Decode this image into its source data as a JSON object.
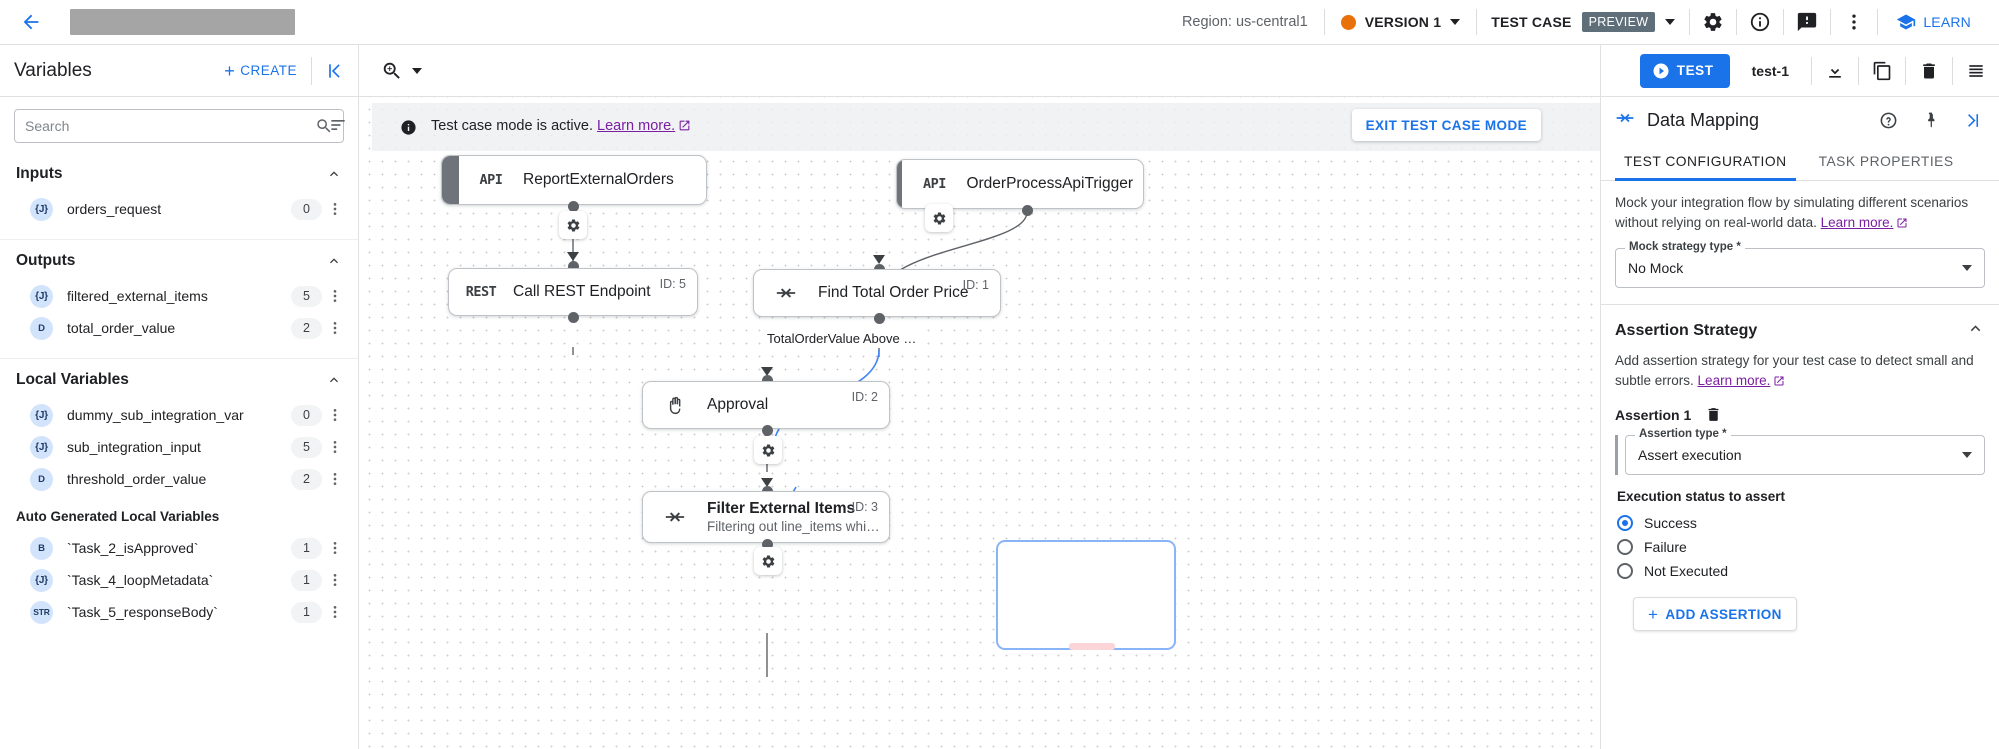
{
  "topbar": {
    "back_icon": "arrow-left-icon",
    "title_redacted": "",
    "region": "Region: us-central1",
    "version_label": "VERSION 1",
    "version_dot_color": "#E8710A",
    "test_case_label": "TEST CASE",
    "preview_chip": "PREVIEW",
    "icons": [
      "gear-icon",
      "info-icon",
      "feedback-icon",
      "more-vert-icon"
    ],
    "learn_label": "LEARN"
  },
  "secondbar": {
    "variables_label": "Variables",
    "create_label": "CREATE",
    "collapse_icon": "collapse-left-icon",
    "zoom_icon": "zoom-in-icon",
    "test_button": "TEST",
    "test_case_name": "test-1",
    "icons": [
      "download-icon",
      "copy-icon",
      "delete-icon",
      "list-icon"
    ]
  },
  "sidebar": {
    "search": {
      "value": "",
      "placeholder": "Search"
    },
    "sort_icon": "sort-icon",
    "groups": [
      {
        "title": "Inputs",
        "expanded": true,
        "items": [
          {
            "badge": "{J}",
            "badge_type": "j",
            "name": "orders_request",
            "count": "0"
          }
        ]
      },
      {
        "title": "Outputs",
        "expanded": true,
        "items": [
          {
            "badge": "{J}",
            "badge_type": "j",
            "name": "filtered_external_items",
            "count": "5"
          },
          {
            "badge": "D",
            "badge_type": "d",
            "name": "total_order_value",
            "count": "2"
          }
        ]
      },
      {
        "title": "Local Variables",
        "expanded": true,
        "items": [
          {
            "badge": "{J}",
            "badge_type": "j",
            "name": "dummy_sub_integration_var",
            "count": "0"
          },
          {
            "badge": "{J}",
            "badge_type": "j",
            "name": "sub_integration_input",
            "count": "5"
          },
          {
            "badge": "D",
            "badge_type": "d",
            "name": "threshold_order_value",
            "count": "2"
          }
        ]
      }
    ],
    "auto_generated_title": "Auto Generated Local Variables",
    "auto_generated": [
      {
        "badge": "B",
        "badge_type": "b",
        "name": "`Task_2_isApproved`",
        "count": "1"
      },
      {
        "badge": "{J}",
        "badge_type": "j",
        "name": "`Task_4_loopMetadata`",
        "count": "1"
      },
      {
        "badge": "STR",
        "badge_type": "str",
        "name": "`Task_5_responseBody`",
        "count": "1"
      }
    ]
  },
  "canvas": {
    "banner_text": "Test case mode is active.",
    "banner_link": "Learn more.",
    "exit_button": "EXIT TEST CASE MODE",
    "nodes": [
      {
        "icon": "API",
        "icon_kind": "text",
        "title": "ReportExternalOrders",
        "subtitle": "",
        "id": "",
        "trigger": true
      },
      {
        "icon": "API",
        "icon_kind": "text",
        "title": "OrderProcessApiTrigger",
        "subtitle": "",
        "id": "",
        "trigger": true
      },
      {
        "icon": "REST",
        "icon_kind": "text",
        "title": "Call REST Endpoint",
        "subtitle": "",
        "id": "ID: 5",
        "trigger": false
      },
      {
        "icon": "data-mapping-icon",
        "icon_kind": "glyph",
        "title": "Find Total Order Price",
        "subtitle": "",
        "id": "ID: 1",
        "trigger": false
      },
      {
        "icon": "hand-icon",
        "icon_kind": "glyph",
        "title": "Approval",
        "subtitle": "",
        "id": "ID: 2",
        "trigger": false
      },
      {
        "icon": "data-mapping-icon",
        "icon_kind": "glyph",
        "title": "Filter External Items",
        "subtitle": "Filtering out line_items whi…",
        "id": "ID: 3",
        "trigger": false
      }
    ],
    "edge_label": "TotalOrderValue Above …"
  },
  "rightpanel": {
    "header_icon": "data-mapping-icon",
    "title": "Data Mapping",
    "header_icons": [
      "help-icon",
      "pin-icon",
      "collapse-right-icon"
    ],
    "tabs": [
      {
        "label": "TEST CONFIGURATION",
        "active": true
      },
      {
        "label": "TASK PROPERTIES",
        "active": false
      }
    ],
    "mock_desc": "Mock your integration flow by simulating different scenarios without relying on real-world data.",
    "mock_desc_link": "Learn more.",
    "mock_field_label": "Mock strategy type *",
    "mock_field_value": "No Mock",
    "assertion_section_title": "Assertion Strategy",
    "assertion_desc": "Add assertion strategy for your test case to detect small and subtle errors.",
    "assertion_desc_link": "Learn more.",
    "assertion_item_label": "Assertion 1",
    "assertion_delete_icon": "trash-icon",
    "assertion_type_label": "Assertion type *",
    "assertion_type_value": "Assert execution",
    "exec_status_title": "Execution status to assert",
    "exec_options": [
      {
        "label": "Success",
        "selected": true
      },
      {
        "label": "Failure",
        "selected": false
      },
      {
        "label": "Not Executed",
        "selected": false
      }
    ],
    "add_assertion_label": "ADD ASSERTION"
  },
  "colors": {
    "accent": "#1a73e8",
    "link_purple": "#7b1fa2",
    "version_orange": "#E8710A",
    "badge_blue": "#d2e3fc"
  }
}
